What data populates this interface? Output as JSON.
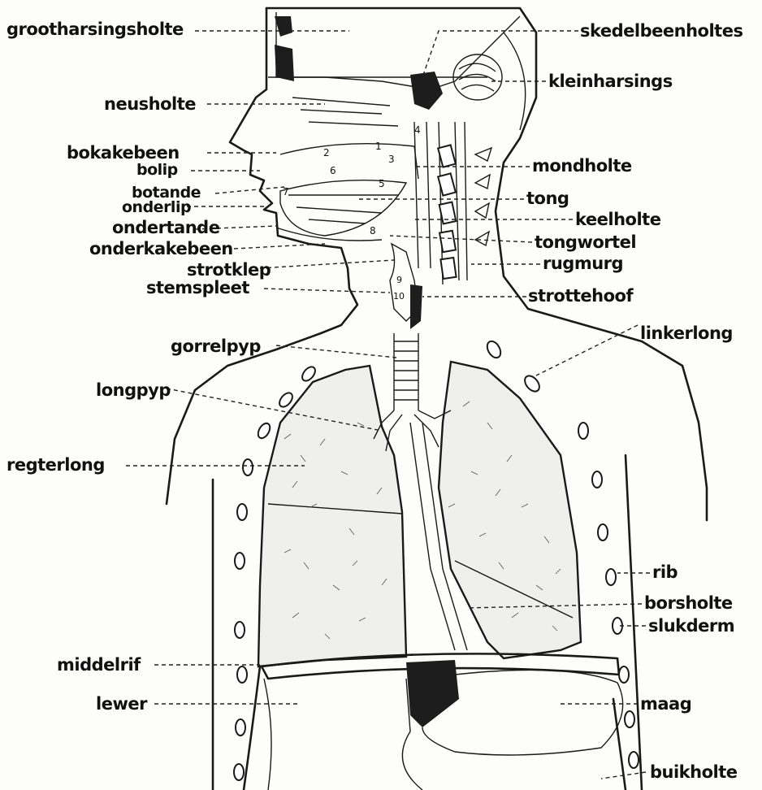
{
  "labels": {
    "grootharsingsholte": "grootharsingsholte",
    "skedelbeenholtes": "skedelbeenholtes",
    "kleinharsings": "kleinharsings",
    "neusholte": "neusholte",
    "bokakebeen": "bokakebeen",
    "bolip": "bolip",
    "botande": "botande",
    "onderlip": "onderlip",
    "ondertande": "ondertande",
    "onderkakebeen": "onderkakebeen",
    "strotklep": "strotklep",
    "stemspleet": "stemspleet",
    "mondholte": "mondholte",
    "tong": "tong",
    "keelholte": "keelholte",
    "tongwortel": "tongwortel",
    "rugmurg": "rugmurg",
    "strottehoof": "strottehoof",
    "linkerlong": "linkerlong",
    "gorrelpyp": "gorrelpyp",
    "longpyp": "longpyp",
    "regterlong": "regterlong",
    "rib": "rib",
    "borsholte": "borsholte",
    "slukderm": "slukderm",
    "middelrif": "middelrif",
    "lewer": "lewer",
    "maag": "maag",
    "buikholte": "buikholte"
  },
  "diagram_numbers": [
    "1",
    "2",
    "3",
    "4",
    "5",
    "6",
    "7",
    "8",
    "9",
    "10"
  ],
  "colors": {
    "ink": "#1a1a1a",
    "paper": "#fdfdfb",
    "lung_fill": "#efefec"
  }
}
